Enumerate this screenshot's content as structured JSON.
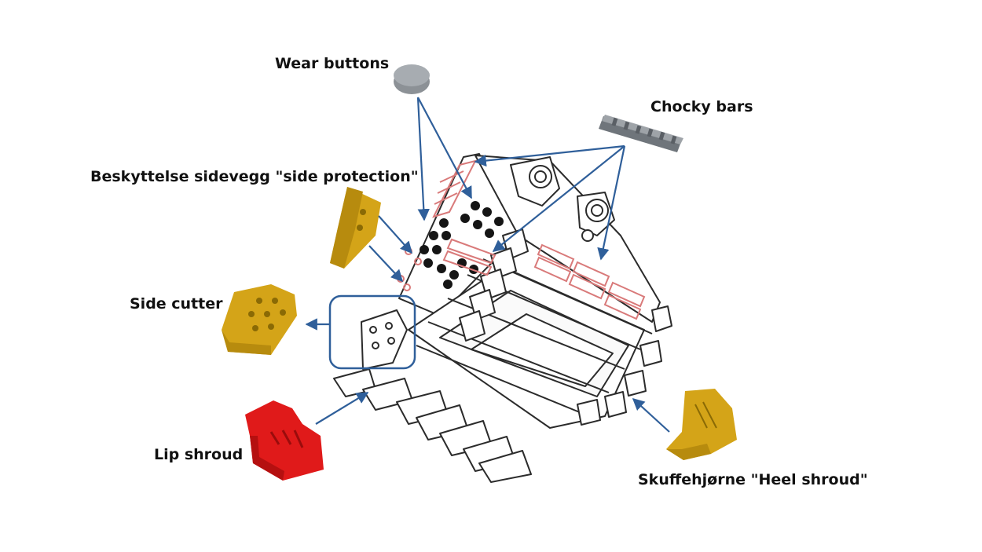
{
  "labels": {
    "wear_buttons": "Wear buttons",
    "chocky_bars": "Chocky bars",
    "side_protection": "Beskyttelse sidevegg \"side protection\"",
    "side_cutter": "Side cutter",
    "lip_shroud": "Lip shroud",
    "heel_shroud": "Skuffehjørne \"Heel shroud\""
  },
  "colors": {
    "arrow": "#2f5f9a",
    "outline": "#2b2b2b",
    "gold_part": "#d4a418",
    "red_part": "#e01a1a",
    "grey_part": "#7d8288",
    "wear_pad_red": "#d97a7a",
    "button_black": "#151515"
  }
}
